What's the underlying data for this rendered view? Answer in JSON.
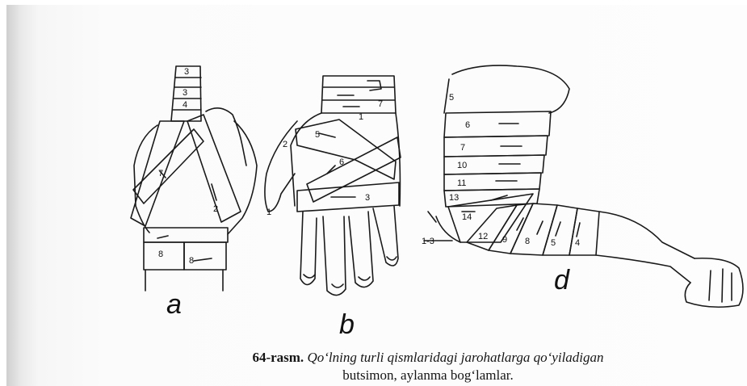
{
  "figure": {
    "panel_labels": {
      "a": "a",
      "b": "b",
      "d": "d"
    },
    "bandage_numbers": {
      "a": [
        "3",
        "4",
        "7",
        "2",
        "8",
        "8"
      ],
      "b": [
        "2",
        "5",
        "7",
        "1",
        "6",
        "3",
        "1"
      ],
      "d": [
        "5",
        "6",
        "7",
        "10",
        "11",
        "13",
        "14",
        "12",
        "9",
        "8",
        "5",
        "4",
        "1-3"
      ]
    }
  },
  "caption": {
    "number": "64-rasm.",
    "text_line1": "Qo‘lning turli qismlaridagi jarohatlarga qo‘yiladigan",
    "text_line2": "butsimon, aylanma bog‘lamlar."
  }
}
